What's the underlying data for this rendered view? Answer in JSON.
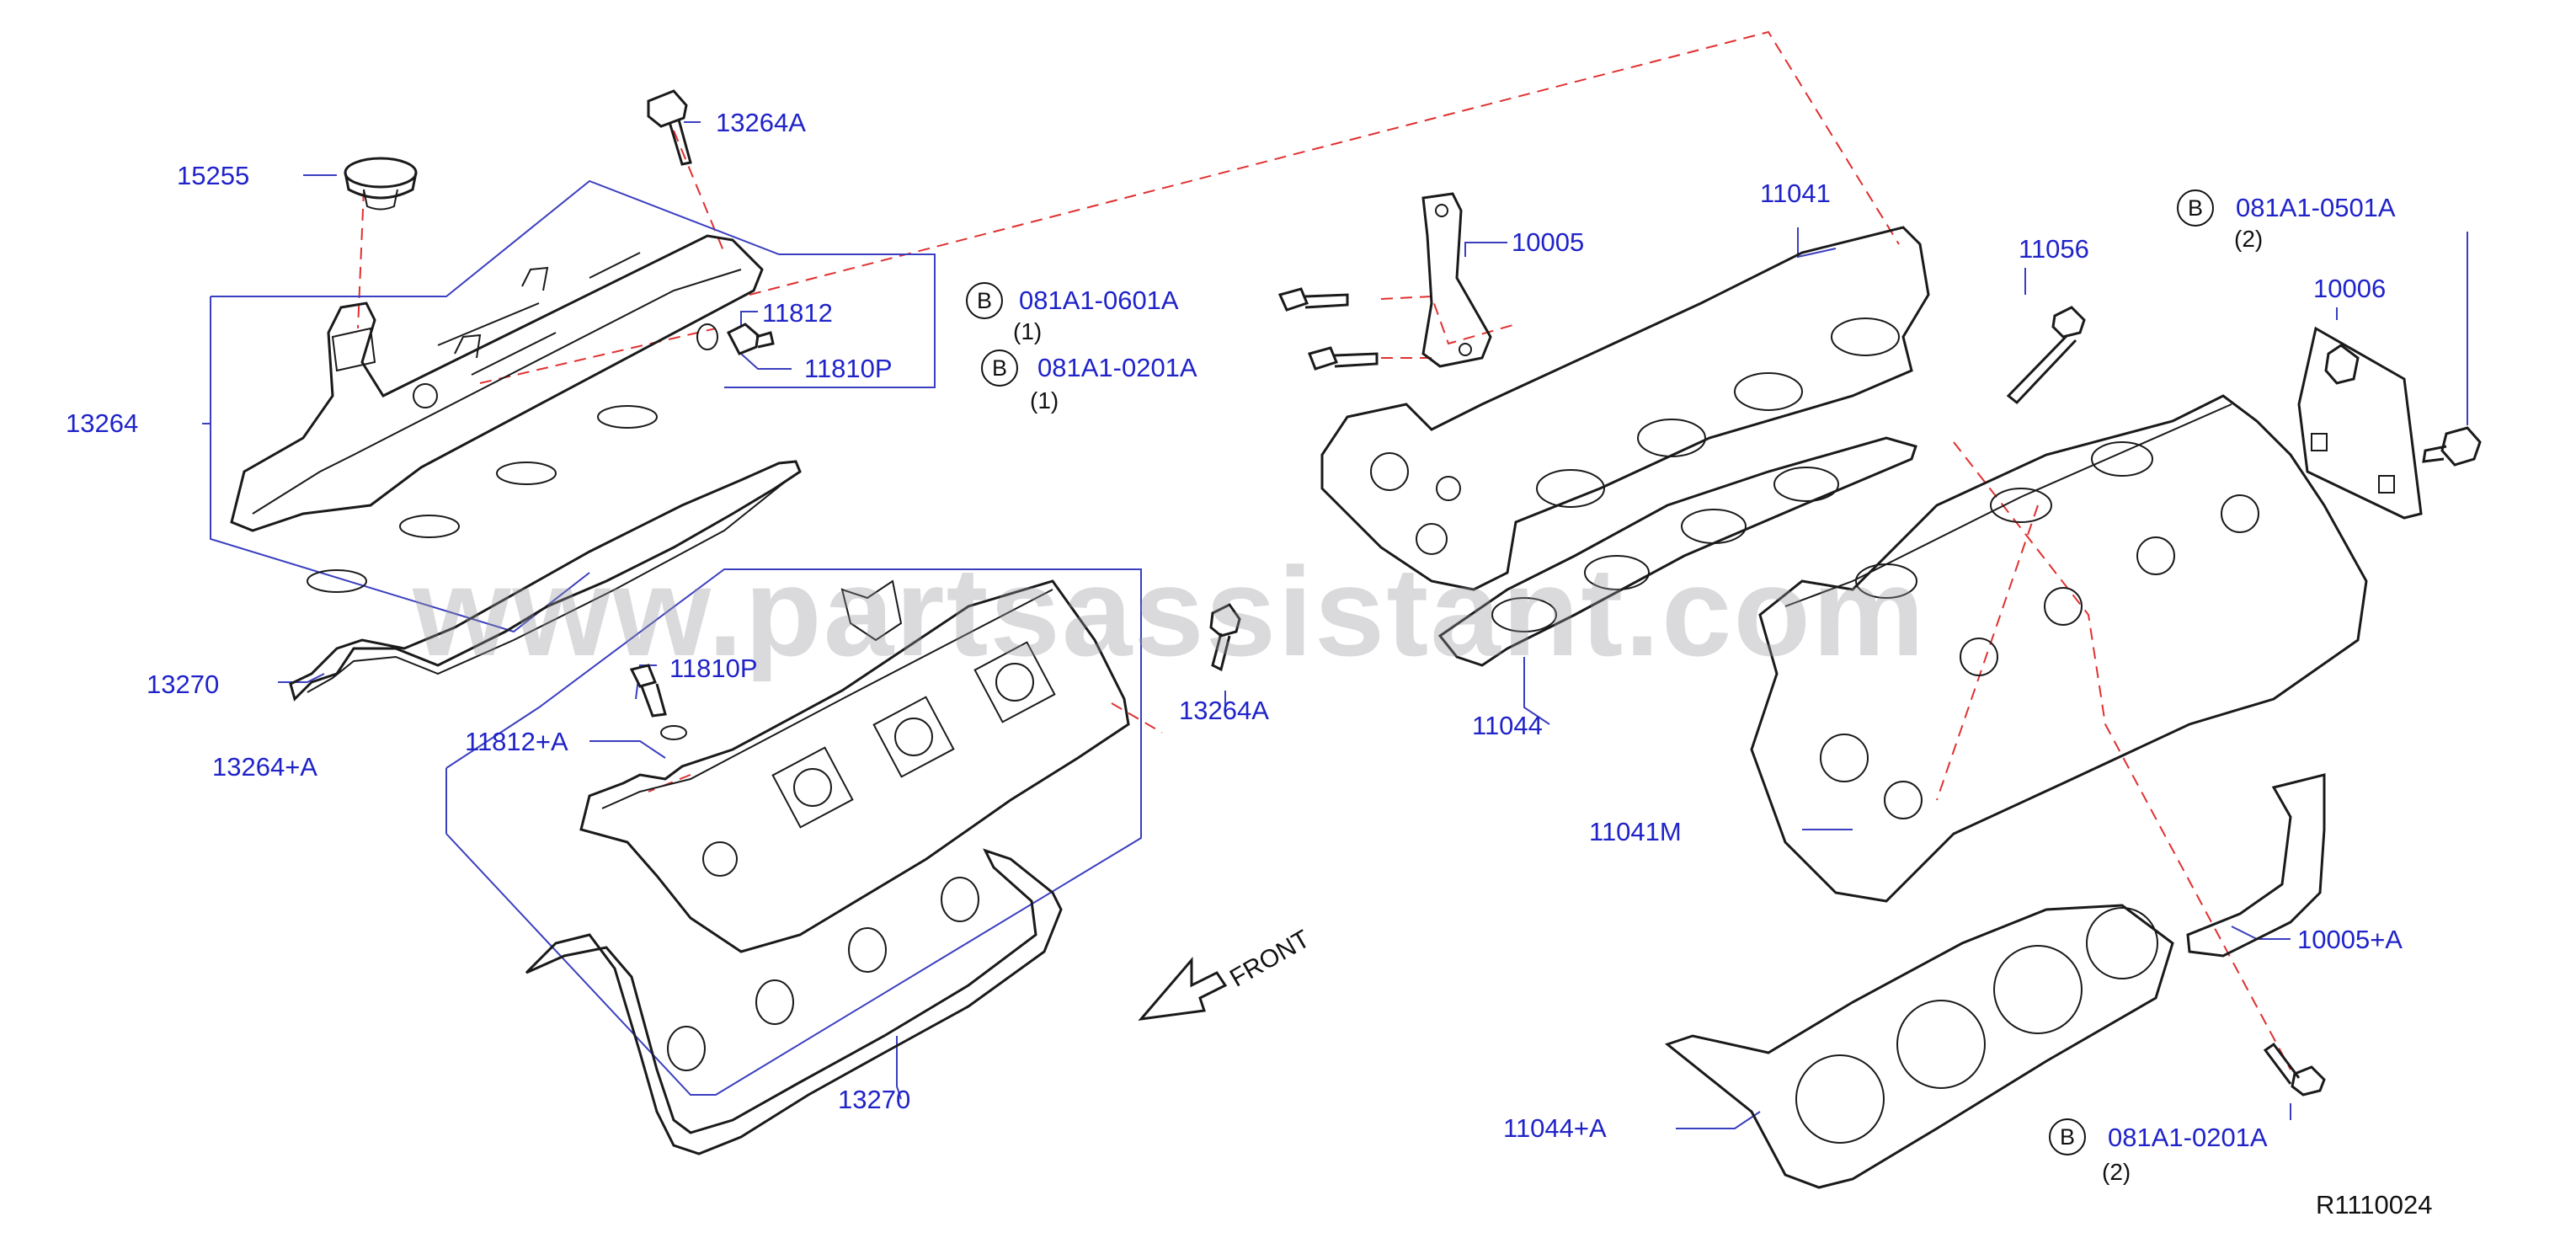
{
  "parts": [
    {
      "id": "p-13264A-top",
      "number": "13264A"
    },
    {
      "id": "p-15255",
      "number": "15255"
    },
    {
      "id": "p-11812",
      "number": "11812"
    },
    {
      "id": "p-11810P-top",
      "number": "11810P"
    },
    {
      "id": "p-13264",
      "number": "13264"
    },
    {
      "id": "p-13270-top",
      "number": "13270"
    },
    {
      "id": "p-11810P-bot",
      "number": "11810P"
    },
    {
      "id": "p-11812A",
      "number": "11812+A"
    },
    {
      "id": "p-13264A-mid",
      "number": "13264A"
    },
    {
      "id": "p-13264plusA",
      "number": "13264+A"
    },
    {
      "id": "p-13270-bot",
      "number": "13270"
    },
    {
      "id": "p-081A1-0601A",
      "number": "081A1-0601A"
    },
    {
      "id": "p-081A1-0201A-top",
      "number": "081A1-0201A"
    },
    {
      "id": "p-10005",
      "number": "10005"
    },
    {
      "id": "p-11041",
      "number": "11041"
    },
    {
      "id": "p-11056",
      "number": "11056"
    },
    {
      "id": "p-081A1-0501A",
      "number": "081A1-0501A"
    },
    {
      "id": "p-10006",
      "number": "10006"
    },
    {
      "id": "p-11044",
      "number": "11044"
    },
    {
      "id": "p-11041M",
      "number": "11041M"
    },
    {
      "id": "p-10005plusA",
      "number": "10005+A"
    },
    {
      "id": "p-11044plusA",
      "number": "11044+A"
    },
    {
      "id": "p-081A1-0201A-bot",
      "number": "081A1-0201A"
    }
  ],
  "quantities": [
    "(1)",
    "(1)",
    "(2)",
    "(2)"
  ],
  "bolt_marker": "B",
  "front_label": "FRONT",
  "diagram_ref": "R1110024",
  "watermark": "www.partsassistant.com",
  "colors": {
    "part_number": "#1f23c8",
    "dash_line": "#e03030",
    "lines": "#1a1a1a"
  }
}
